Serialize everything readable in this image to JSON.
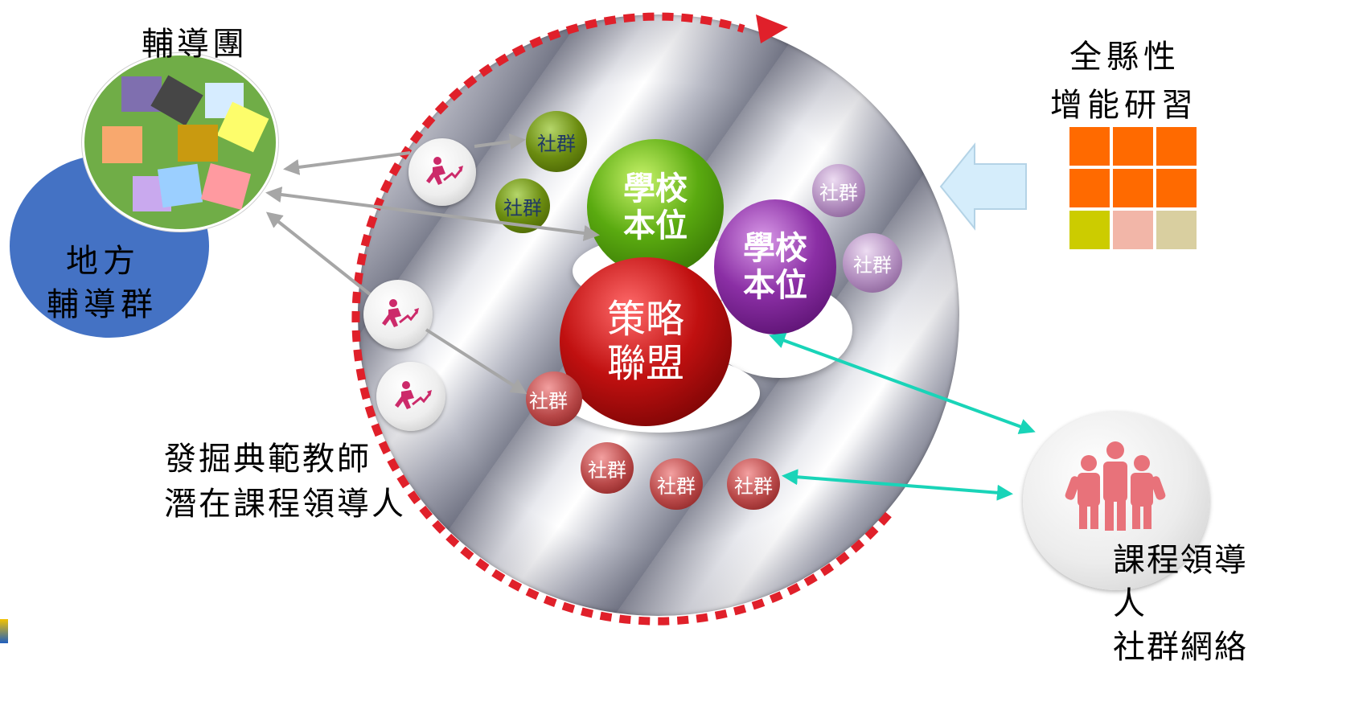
{
  "labels": {
    "fudao_tuan": "輔導團",
    "difang_line1": "地方",
    "difang_line2": "輔導群",
    "quan_xian_line1": "全縣性",
    "quan_xian_line2": "增能研習",
    "discover_line1": "發掘典範教師",
    "discover_line2": "潛在課程領導人",
    "network_line1": "課程領導",
    "network_line2": "人",
    "network_line3": "社群網絡"
  },
  "orbs": {
    "green_line1": "學校",
    "green_line2": "本位",
    "purple_line1": "學校",
    "purple_line2": "本位",
    "red_line1": "策略",
    "red_line2": "聯盟"
  },
  "community_label": "社群",
  "colors": {
    "dashed_ring": "#e0202a",
    "teal_arrow": "#19d4b8",
    "grey_arrow": "#a6a6a6",
    "light_blue_arrow": "#cfe9f8",
    "circle_blue": "#4472c4",
    "circle_green": "#70ad47",
    "people_icon": "#e8727a"
  },
  "icons": [
    "runner-icon",
    "people-group-icon",
    "block-arrow-left-icon"
  ]
}
